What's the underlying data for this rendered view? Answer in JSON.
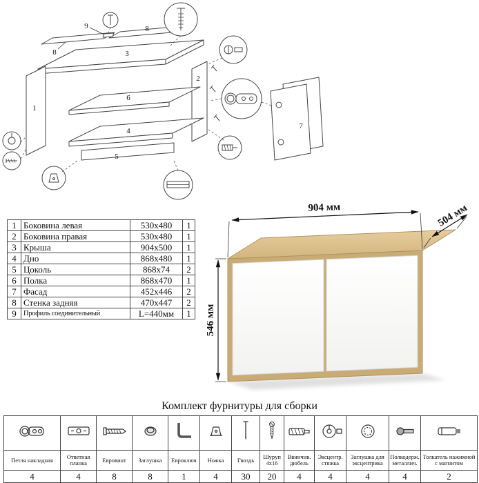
{
  "exploded": {
    "labels": [
      "9",
      "8",
      "8",
      "3",
      "2",
      "1",
      "6",
      "4",
      "5",
      "7"
    ]
  },
  "product": {
    "width_label": "904 мм",
    "depth_label": "504 мм",
    "height_label": "546 мм",
    "colors": {
      "oak": "#d8bd8c",
      "oak_dark": "#c9ab76",
      "door": "#fbfbfb"
    }
  },
  "parts": {
    "rows": [
      {
        "num": "1",
        "name": "Боковина левая",
        "size": "530x480",
        "qty": "1"
      },
      {
        "num": "2",
        "name": "Боковина правая",
        "size": "530x480",
        "qty": "1"
      },
      {
        "num": "3",
        "name": "Крыша",
        "size": "904x500",
        "qty": "1"
      },
      {
        "num": "4",
        "name": "Дно",
        "size": "868x480",
        "qty": "1"
      },
      {
        "num": "5",
        "name": "Цоколь",
        "size": "868x74",
        "qty": "2"
      },
      {
        "num": "6",
        "name": "Полка",
        "size": "868x470",
        "qty": "1"
      },
      {
        "num": "7",
        "name": "Фасад",
        "size": "452x446",
        "qty": "2"
      },
      {
        "num": "8",
        "name": "Стенка задняя",
        "size": "470x447",
        "qty": "2"
      },
      {
        "num": "9",
        "name": "Профиль соединительный",
        "size": "L=440мм",
        "qty": "1"
      }
    ]
  },
  "hardware": {
    "title": "Комплект фурнитуры для сборки",
    "items": [
      {
        "name": "Петля накладная",
        "qty": "4",
        "icon": "hinge-icon"
      },
      {
        "name": "Ответная планка",
        "qty": "4",
        "icon": "mounting-plate-icon"
      },
      {
        "name": "Евровинт",
        "qty": "8",
        "icon": "euro-screw-icon"
      },
      {
        "name": "Заглушка",
        "qty": "8",
        "icon": "cap-icon"
      },
      {
        "name": "Евроключ",
        "qty": "1",
        "icon": "hex-key-icon"
      },
      {
        "name": "Ножка",
        "qty": "4",
        "icon": "foot-icon"
      },
      {
        "name": "Гвоздь",
        "qty": "30",
        "icon": "nail-icon"
      },
      {
        "name": "Шуруп 4x16",
        "qty": "20",
        "icon": "screw-icon"
      },
      {
        "name": "Ввинчив. дюбель",
        "qty": "4",
        "icon": "dowel-icon"
      },
      {
        "name": "Эксцентр. стяжка",
        "qty": "4",
        "icon": "cam-lock-icon"
      },
      {
        "name": "Заглушка для эксцентрика",
        "qty": "4",
        "icon": "cam-cap-icon"
      },
      {
        "name": "Полкодерж. металлич.",
        "qty": "4",
        "icon": "shelf-pin-icon"
      },
      {
        "name": "Толкатель нажимной с магнитом",
        "qty": "2",
        "icon": "push-latch-icon"
      }
    ]
  }
}
